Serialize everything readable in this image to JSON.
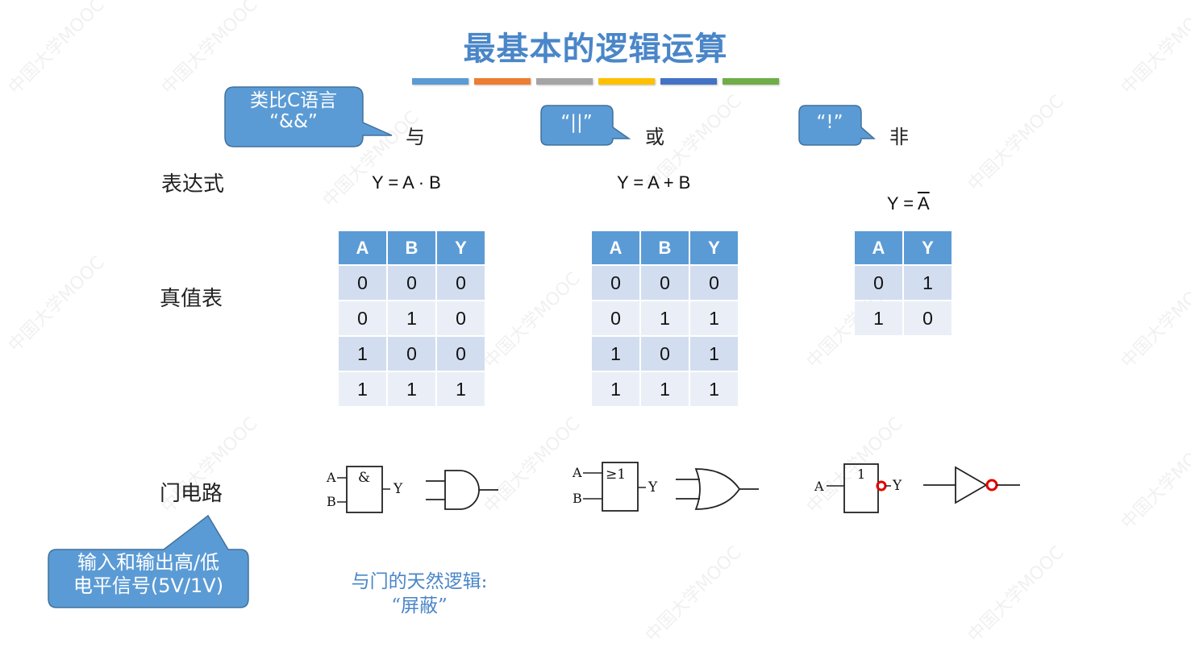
{
  "slide": {
    "title": "最基本的逻辑运算",
    "color_bars": [
      "#5b9bd5",
      "#ed7d31",
      "#a5a5a5",
      "#ffc000",
      "#4472c4",
      "#70ad47"
    ],
    "accent_color": "#5b9bd5",
    "watermark": "中国大学MOOC"
  },
  "row_labels": {
    "expression": "表达式",
    "truth_table": "真值表",
    "gate_circuit": "门电路"
  },
  "operations": [
    {
      "name": "与",
      "callout": {
        "line1": "类比C语言",
        "line2": "“&&”"
      },
      "expression": {
        "lhs": "Y = A · B",
        "overline_part": ""
      },
      "truth_table": {
        "headers": [
          "A",
          "B",
          "Y"
        ],
        "rows": [
          [
            "0",
            "0",
            "0"
          ],
          [
            "0",
            "1",
            "0"
          ],
          [
            "1",
            "0",
            "0"
          ],
          [
            "1",
            "1",
            "1"
          ]
        ]
      },
      "gate": {
        "symbol": "&",
        "inputs": [
          "A",
          "B"
        ],
        "output": "Y"
      }
    },
    {
      "name": "或",
      "callout": {
        "line1": "“||”"
      },
      "expression": {
        "lhs": "Y = A + B",
        "overline_part": ""
      },
      "truth_table": {
        "headers": [
          "A",
          "B",
          "Y"
        ],
        "rows": [
          [
            "0",
            "0",
            "0"
          ],
          [
            "0",
            "1",
            "1"
          ],
          [
            "1",
            "0",
            "1"
          ],
          [
            "1",
            "1",
            "1"
          ]
        ]
      },
      "gate": {
        "symbol": "≥1",
        "inputs": [
          "A",
          "B"
        ],
        "output": "Y"
      }
    },
    {
      "name": "非",
      "callout": {
        "line1": "“!”"
      },
      "expression": {
        "lhs": "Y = ",
        "overline_part": "A"
      },
      "truth_table": {
        "headers": [
          "A",
          "Y"
        ],
        "rows": [
          [
            "0",
            "1"
          ],
          [
            "1",
            "0"
          ]
        ]
      },
      "gate": {
        "symbol": "1",
        "inputs": [
          "A"
        ],
        "output": "Y",
        "inversion_color": "#e00000"
      }
    }
  ],
  "bottom_callout": {
    "line1": "输入和输出高/低",
    "line2": "电平信号(5V/1V)"
  },
  "and_note": {
    "line1": "与门的天然逻辑:",
    "line2": "“屏蔽”"
  }
}
